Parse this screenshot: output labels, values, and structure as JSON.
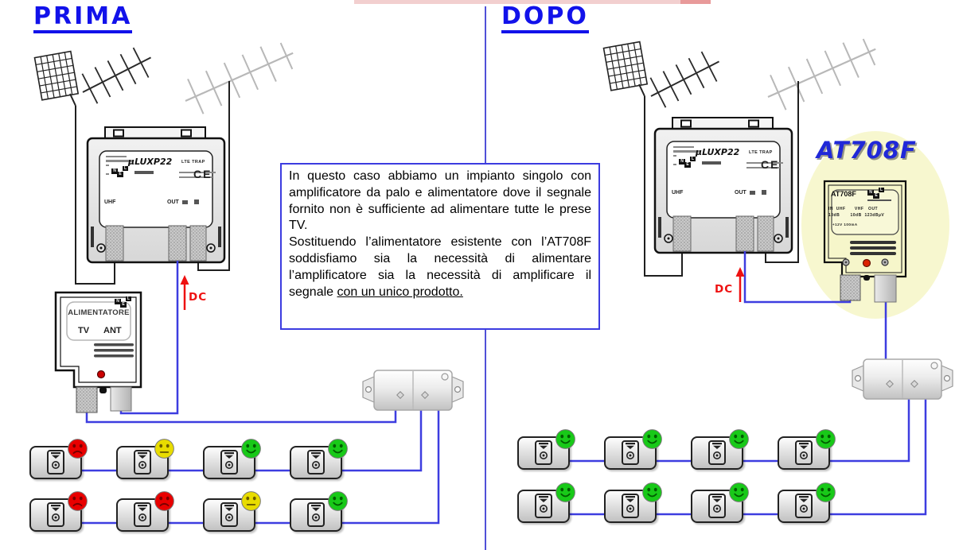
{
  "titles": {
    "prima": "PRIMA",
    "dopo": "DOPO"
  },
  "note": {
    "p1": "In questo caso abbiamo un impianto singolo con amplificatore da palo e alimentatore dove il segnale fornito non è sufficiente ad alimentare tutte le prese TV.",
    "p2_main": "Sostituendo l’alimentatore esistente con l’AT708F soddisfiamo sia la necessità di alimentare l’amplificatore sia la necessità di amplificare il segnale ",
    "p2_underline": "con un unico prodotto."
  },
  "amplifier": {
    "model": "µLUXP22",
    "feature": "LTE TRAP",
    "ce_mark": "CE",
    "port_in": "UHF",
    "port_out": "OUT"
  },
  "power_supply": {
    "title": "ALIMENTATORE",
    "port_tv": "TV",
    "port_ant": "ANT"
  },
  "brand": {
    "l1": "N",
    "l2": "E",
    "l3": "L"
  },
  "booster": {
    "headline": "AT708F",
    "model": "AT708F",
    "spec_line1": "IN  UHF      VHF   OUT",
    "spec_line2": "10dB       10dB  123dBµV",
    "spec_line3": "+12V 100mA"
  },
  "dc_label": "DC",
  "colors": {
    "wire_blue": "#3d3de0",
    "cable_black": "#1f1f1f",
    "divider": "#5050d8",
    "accent_red": "#ee1111",
    "title_blue": "#1212ea",
    "highlight_yellow": "#f7f7cf",
    "moods": {
      "sad": {
        "face": "#e80000",
        "features": "#7a0000"
      },
      "neutral": {
        "face": "#e8dc00",
        "features": "#6b5c00"
      },
      "happy": {
        "face": "#18c918",
        "features": "#005c00"
      }
    }
  },
  "outlets": {
    "prima": [
      [
        "sad",
        "neutral",
        "happy",
        "happy"
      ],
      [
        "sad",
        "sad",
        "neutral",
        "happy"
      ]
    ],
    "dopo": [
      [
        "happy",
        "happy",
        "happy",
        "happy"
      ],
      [
        "happy",
        "happy",
        "happy",
        "happy"
      ]
    ]
  }
}
